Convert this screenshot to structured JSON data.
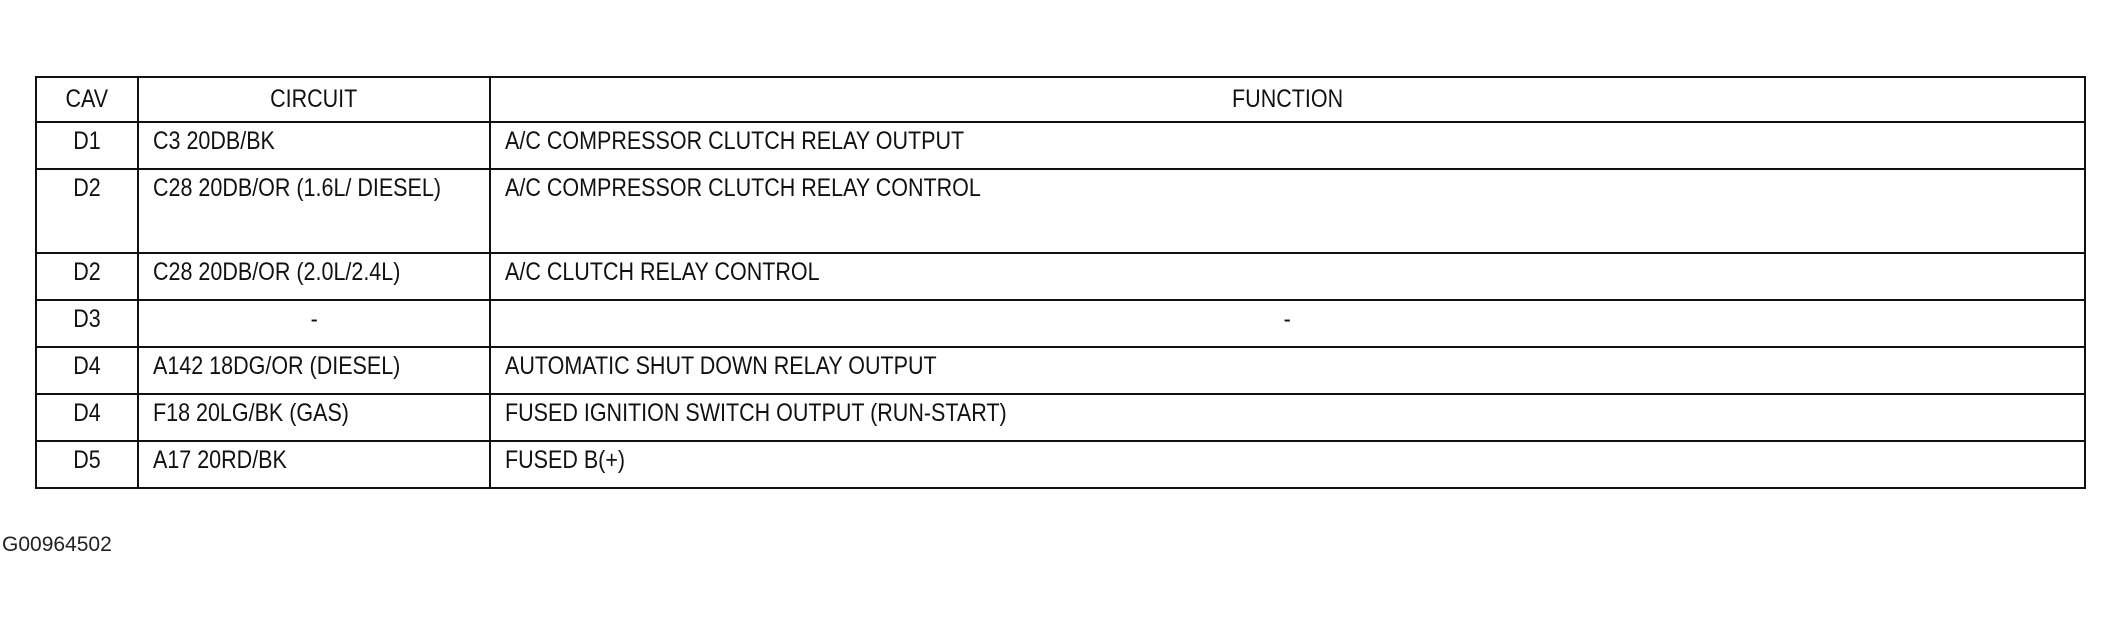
{
  "table": {
    "headers": {
      "cav": "CAV",
      "circuit": "CIRCUIT",
      "function": "FUNCTION"
    },
    "rows": [
      {
        "cav": "D1",
        "circuit": "C3 20DB/BK",
        "function": "A/C COMPRESSOR CLUTCH RELAY OUTPUT"
      },
      {
        "cav": "D2",
        "circuit": "C28 20DB/OR (1.6L/ DIESEL)",
        "function": "A/C COMPRESSOR CLUTCH RELAY CONTROL"
      },
      {
        "cav": "D2",
        "circuit": "C28 20DB/OR (2.0L/2.4L)",
        "function": "A/C CLUTCH RELAY CONTROL"
      },
      {
        "cav": "D3",
        "circuit": "-",
        "function": "-"
      },
      {
        "cav": "D4",
        "circuit": "A142 18DG/OR (DIESEL)",
        "function": "AUTOMATIC SHUT DOWN RELAY OUTPUT"
      },
      {
        "cav": "D4",
        "circuit": "F18 20LG/BK (GAS)",
        "function": "FUSED IGNITION SWITCH OUTPUT (RUN-START)"
      },
      {
        "cav": "D5",
        "circuit": "A17 20RD/BK",
        "function": "FUSED B(+)"
      }
    ]
  },
  "figure_id": "G00964502"
}
